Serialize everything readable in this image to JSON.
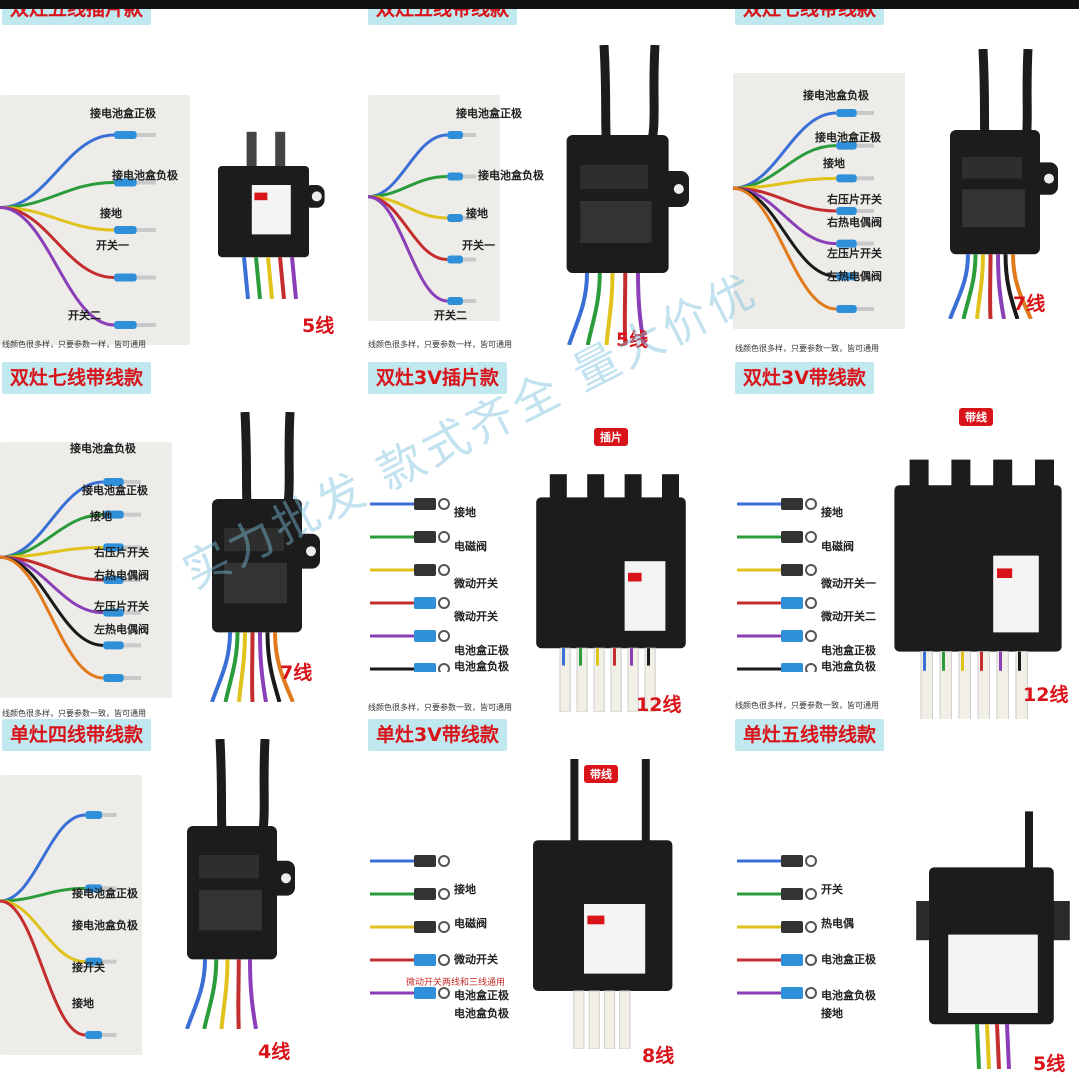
{
  "panels": [
    {
      "title": "双灶五线插片款",
      "labels": [
        "接电池盒正极",
        "接电池盒负极",
        "接地",
        "开关一",
        "开关二"
      ],
      "wire_count": "5线",
      "footnote": "线颜色很多样，只要参数一样，皆可通用"
    },
    {
      "title": "双灶五线带线款",
      "labels": [
        "接电池盒正极",
        "接电池盒负极",
        "接地",
        "开关一",
        "开关二"
      ],
      "wire_count": "5线",
      "footnote": "线颜色很多样，只要参数一样，皆可通用"
    },
    {
      "title": "双灶七线带线款",
      "labels": [
        "接电池盒负极",
        "接电池盒正极",
        "接地",
        "右压片开关",
        "右热电偶阀",
        "左压片开关",
        "左热电偶阀"
      ],
      "wire_count": "7线",
      "footnote": "线颜色很多样，只要参数一致，皆可通用"
    },
    {
      "title": "双灶七线带线款",
      "labels": [
        "接电池盒负极",
        "接电池盒正极",
        "接地",
        "右压片开关",
        "右热电偶阀",
        "左压片开关",
        "左热电偶阀"
      ],
      "wire_count": "7线",
      "footnote": "线颜色很多样，只要参数一致，皆可通用"
    },
    {
      "title": "双灶3V插片款",
      "tag": "插片",
      "labels": [
        "接地",
        "电磁阀",
        "微动开关",
        "微动开关",
        "电池盒正极",
        "电池盒负极"
      ],
      "wire_count": "12线",
      "footnote": "线颜色很多样，只要参数一致，皆可通用"
    },
    {
      "title": "双灶3V带线款",
      "tag": "带线",
      "labels": [
        "接地",
        "电磁阀",
        "微动开关一",
        "微动开关二",
        "电池盒正极",
        "电池盒负极"
      ],
      "wire_count": "12线",
      "footnote": "线颜色很多样，只要参数一致，皆可通用"
    },
    {
      "title": "单灶四线带线款",
      "labels": [
        "接电池盒正极",
        "接电池盒负极",
        "接开关",
        "接地"
      ],
      "wire_count": "4线",
      "footnote": ""
    },
    {
      "title": "单灶3V带线款",
      "tag": "带线",
      "labels": [
        "接地",
        "电磁阀",
        "微动开关",
        "电池盒正极",
        "电池盒负极"
      ],
      "wire_count": "8线",
      "footnote": "微动开关两线和三线通用"
    },
    {
      "title": "单灶五线带线款",
      "labels": [
        "开关",
        "热电偶",
        "电池盒正极",
        "电池盒负极",
        "接地"
      ],
      "wire_count": "5线",
      "footnote": ""
    }
  ],
  "watermark": "实力批发 款式齐全 量大价优",
  "colors": {
    "title_bg": "#bfe8ef",
    "title_text": "#d8141a",
    "count_text": "#d8141a",
    "device": "#1c1c1c"
  }
}
